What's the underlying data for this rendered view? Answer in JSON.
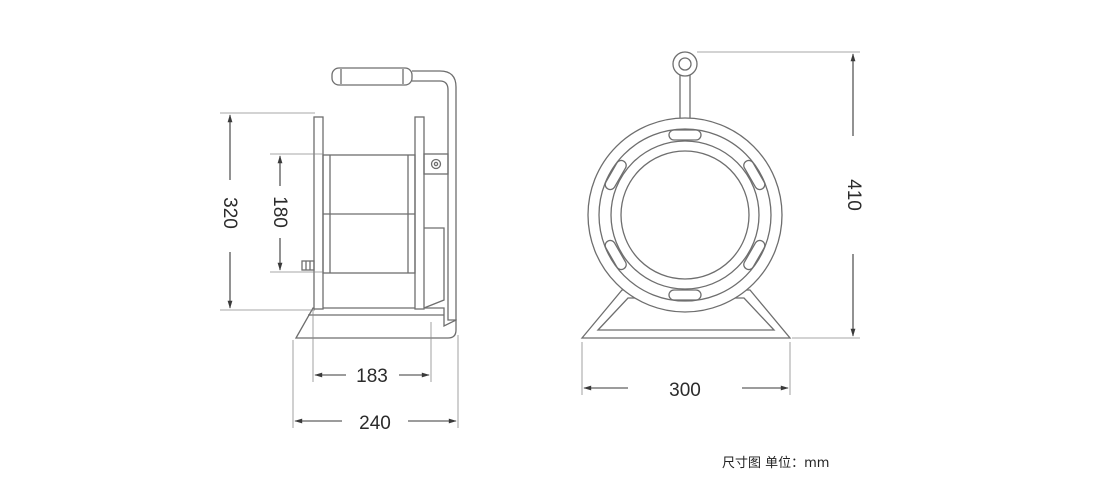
{
  "drawing": {
    "side_view": {
      "dimensions": {
        "overall_height": "320",
        "drum_height": "180",
        "drum_width": "183",
        "overall_width": "240"
      }
    },
    "front_view": {
      "dimensions": {
        "overall_width": "300",
        "overall_height": "410"
      }
    },
    "note": "尺寸图 单位：mm"
  },
  "colors": {
    "outline": "#6e6e6e",
    "fill": "#ffffff",
    "dim_line": "#3a3a3a",
    "text": "#2b2b2b"
  }
}
